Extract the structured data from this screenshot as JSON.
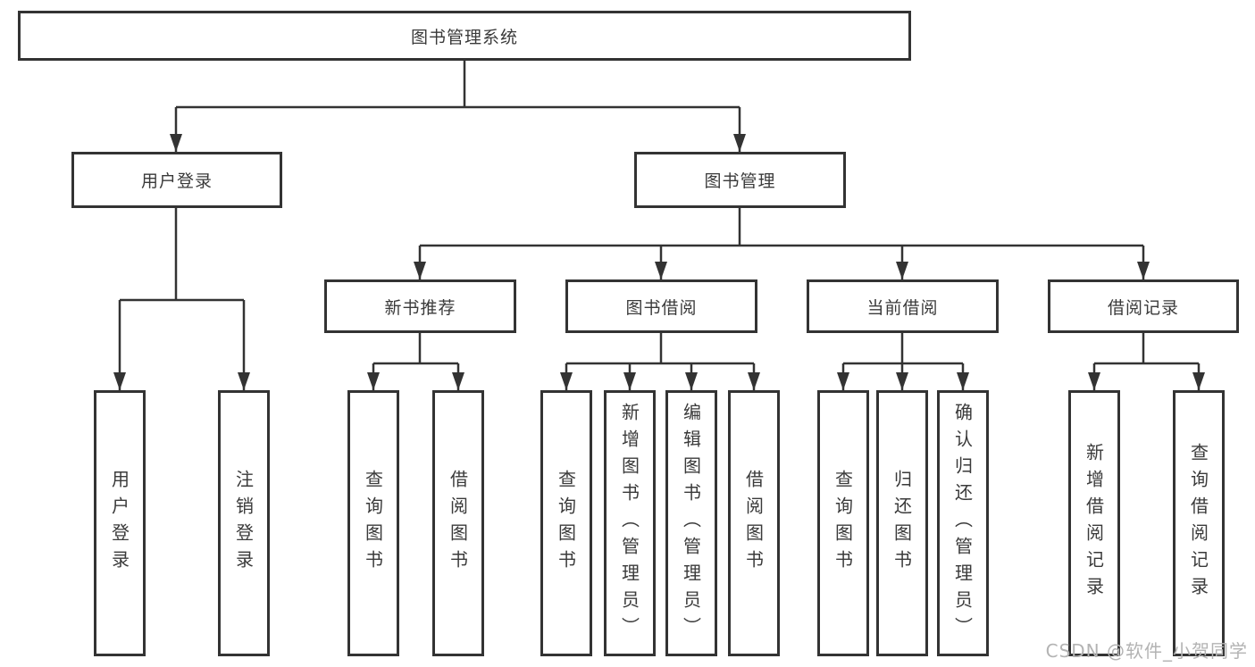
{
  "tree": {
    "root": {
      "label": "图书管理系统",
      "children": [
        {
          "label": "用户登录",
          "children": [
            {
              "label": "用户登录"
            },
            {
              "label": "注销登录"
            }
          ]
        },
        {
          "label": "图书管理",
          "children": [
            {
              "label": "新书推荐",
              "children": [
                {
                  "label": "查询图书"
                },
                {
                  "label": "借阅图书"
                }
              ]
            },
            {
              "label": "图书借阅",
              "children": [
                {
                  "label": "查询图书"
                },
                {
                  "label": "新增图书（管理员）"
                },
                {
                  "label": "编辑图书（管理员）"
                },
                {
                  "label": "借阅图书"
                }
              ]
            },
            {
              "label": "当前借阅",
              "children": [
                {
                  "label": "查询图书"
                },
                {
                  "label": "归还图书"
                },
                {
                  "label": "确认归还（管理员）"
                }
              ]
            },
            {
              "label": "借阅记录",
              "children": [
                {
                  "label": "新增借阅记录"
                },
                {
                  "label": "查询借阅记录"
                }
              ]
            }
          ]
        }
      ]
    }
  },
  "watermark": {
    "text": "CSDN @软件_小贺同学"
  },
  "colors": {
    "line": "#333333",
    "text": "#3a3a3a",
    "watermark": "#b3b3b3",
    "background": "#ffffff"
  }
}
